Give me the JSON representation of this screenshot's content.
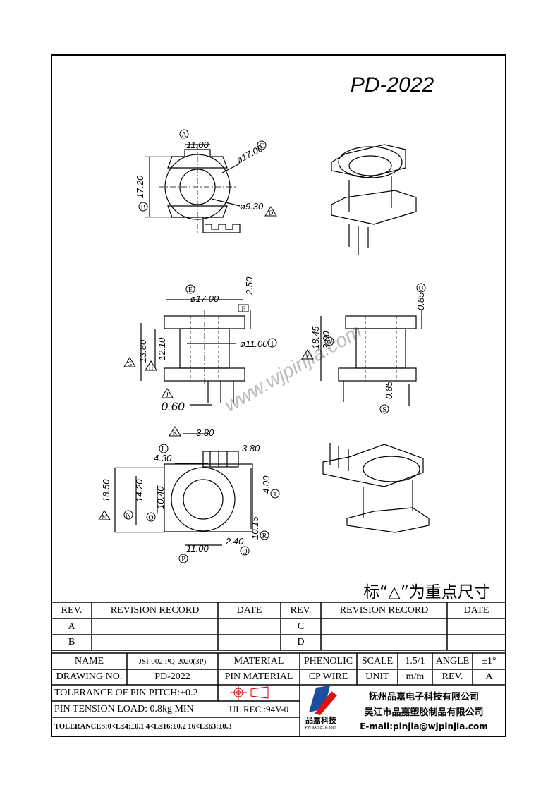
{
  "drawing_title": "PD-2022",
  "watermark": "www.wjpinjia.com",
  "key_note": "标“△”为重点尺寸",
  "top_view": {
    "dims": {
      "width": "11.00",
      "height": "17.20",
      "dia_outer": "ø17.00",
      "dia_inner": "ø9.30"
    },
    "markers": {
      "a": "A",
      "b": "B",
      "c": "C",
      "d": "D"
    }
  },
  "side_view": {
    "dims": {
      "top_dia": "ø17.00",
      "flange": "2.50",
      "core": "ø11.00",
      "total_h": "13.80",
      "body_h": "12.10",
      "pin": "0.60"
    },
    "markers": {
      "e": "E",
      "f": "F",
      "g": "G",
      "h": "H",
      "i": "I",
      "j": "J"
    }
  },
  "section_view": {
    "dims": {
      "top": "0.85",
      "bottom": "0.85",
      "total_h": "18.45",
      "gap": "3.00"
    },
    "markers": {
      "u": "U",
      "v": "V",
      "w": "W",
      "s": "S"
    }
  },
  "bottom_view": {
    "dims": {
      "k": "3.80",
      "pin_span": "3.80",
      "l": "4.30",
      "m": "18.50",
      "n": "14.20",
      "o": "10.40",
      "t": "4.00",
      "r": "10.15",
      "q": "2.40",
      "p": "11.00"
    },
    "markers": {
      "k": "K",
      "l": "L",
      "m": "M",
      "n": "N",
      "o": "O",
      "p": "P",
      "q": "Q",
      "r": "R",
      "t": "T"
    }
  },
  "revision_table": {
    "headers": {
      "rev": "REV.",
      "record": "REVISION RECORD",
      "date": "DATE"
    },
    "rows_left": [
      "A",
      "B"
    ],
    "rows_right": [
      "C",
      "D"
    ]
  },
  "title_block": {
    "name_label": "NAME",
    "name_value": "JSI-002 PQ-2020(3P)",
    "material_label": "MATERIAL",
    "material_value": "PHENOLIC",
    "scale_label": "SCALE",
    "scale_value": "1.5/1",
    "angle_label": "ANGLE",
    "angle_value": "±1°",
    "drawing_no_label": "DRAWING NO.",
    "drawing_no_value": "PD-2022",
    "pin_material_label": "PIN MATERIAL",
    "pin_material_value": "CP WIRE",
    "unit_label": "UNIT",
    "unit_value": "m/m",
    "rev_label": "REV.",
    "rev_value": "A",
    "tolerance_pitch": "TOLERANCE OF PIN PITCH:±0.2",
    "pin_tension": "PIN TENSION LOAD: 0.8kg  MIN",
    "ul_rec": "UL REC.:94V-0",
    "tolerances": "TOLERANCES:0<L≤4:±0.1  4<L≤16:±0.2  16<L≤63:±0.3",
    "company_1": "抚州品嘉电子科技有限公司",
    "company_2": "吴江市品嘉塑胶制品有限公司",
    "email": "E-mail:pinjia@wjpinjia.com",
    "logo_text": "品嘉科技",
    "logo_sub": "PIN JIA Sci. & Tech"
  }
}
